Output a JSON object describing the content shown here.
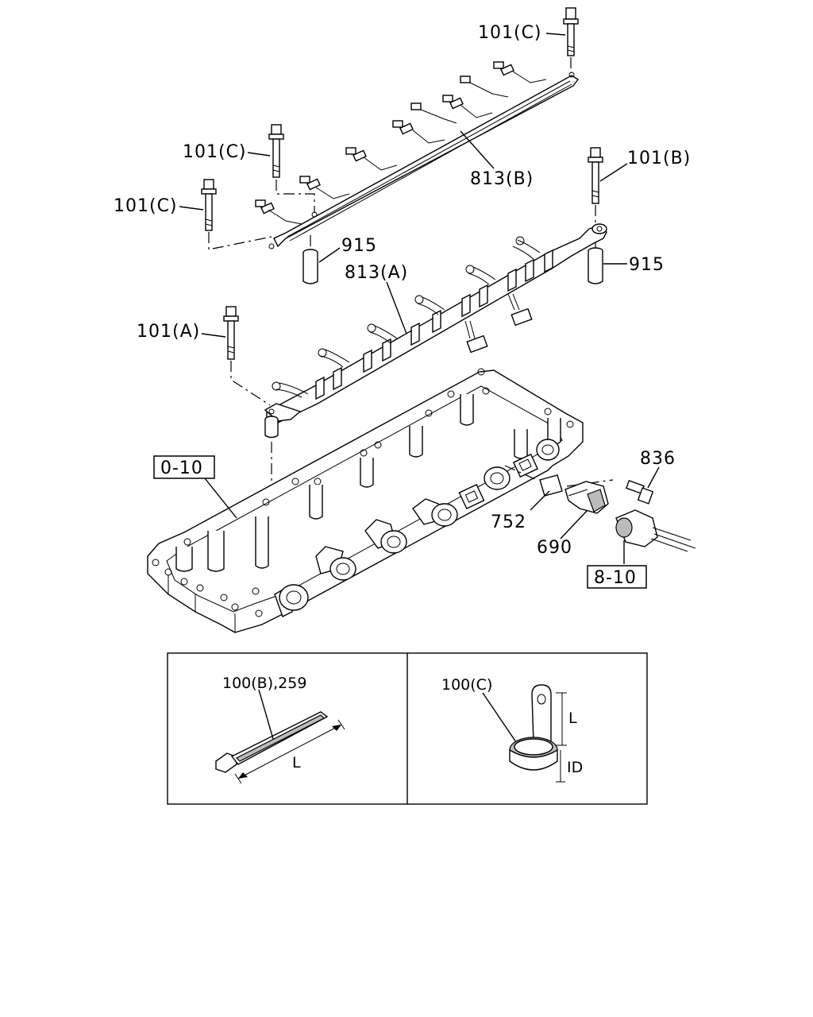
{
  "labels": {
    "bolt_c_top": "101(C)",
    "bolt_c_mid": "101(C)",
    "bolt_c_left": "101(C)",
    "bolt_b": "101(B)",
    "bolt_a": "101(A)",
    "harness_b": "813(B)",
    "harness_a": "813(A)",
    "spacer_left": "915",
    "spacer_right": "915",
    "ref_cover": "0-10",
    "ref_connector": "8-10",
    "bolt_836": "836",
    "gasket_752": "752",
    "sensor_690": "690"
  },
  "detail_left": {
    "part_label": "100(B),259",
    "dim_label": "L"
  },
  "detail_right": {
    "part_label": "100(C)",
    "dim_length": "L",
    "dim_id": "ID"
  }
}
